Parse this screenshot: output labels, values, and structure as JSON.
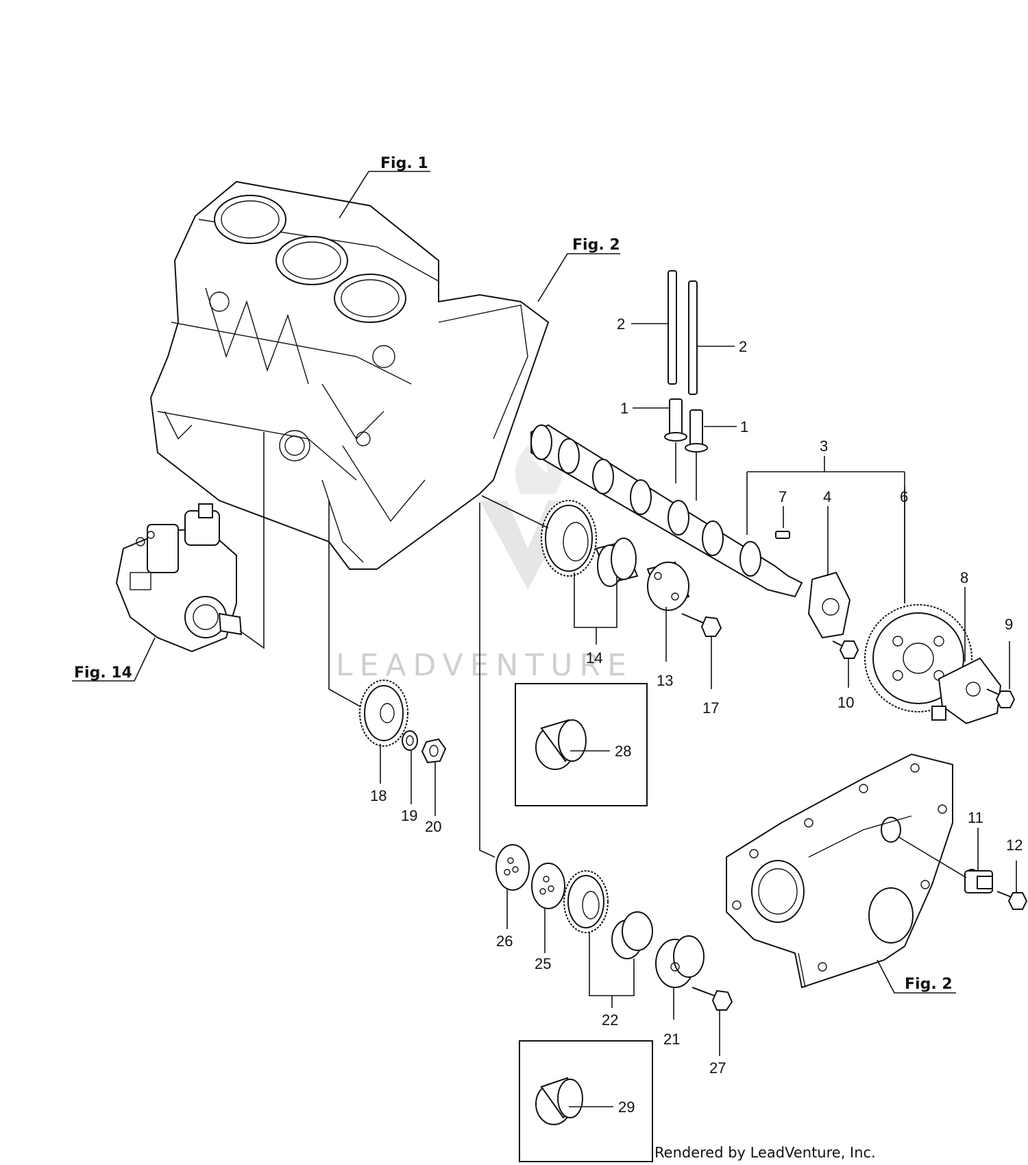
{
  "labels": {
    "l1a": "1",
    "l1b": "1",
    "l2a": "2",
    "l2b": "2",
    "l3": "3",
    "l4": "4",
    "l6": "6",
    "l7": "7",
    "l8": "8",
    "l9": "9",
    "l10": "10",
    "l11": "11",
    "l12": "12",
    "l13": "13",
    "l14": "14",
    "l17": "17",
    "l18": "18",
    "l19": "19",
    "l20": "20",
    "l21": "21",
    "l22": "22",
    "l25": "25",
    "l26": "26",
    "l27": "27",
    "l28": "28",
    "l29": "29"
  },
  "figure_refs": {
    "fig1": "Fig. 1",
    "fig2_top": "Fig. 2",
    "fig2_bottom": "Fig. 2",
    "fig14": "Fig. 14"
  },
  "watermark": "LEADVENTURE",
  "credit": "Rendered by LeadVenture, Inc.",
  "colors": {
    "ink": "#111111",
    "watermark": "#cfcfcf",
    "background": "#ffffff"
  }
}
